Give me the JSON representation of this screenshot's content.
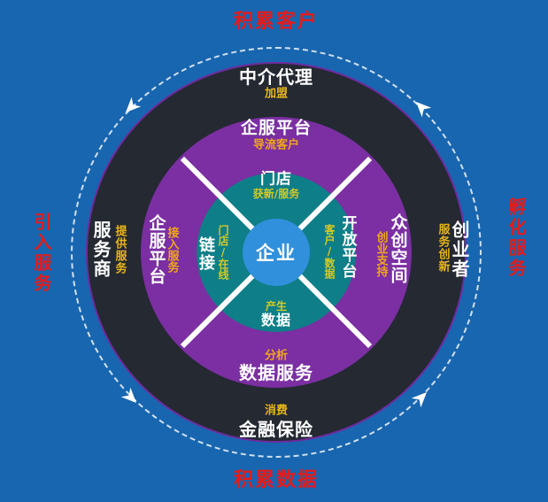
{
  "colors": {
    "background": "#1866b0",
    "dark_ring": "#242932",
    "dark_ring_rim": "#6e2b9e",
    "purple_ring": "#7b2fa2",
    "teal_ring": "#0e7f88",
    "center_circle": "#3190dc",
    "red_label": "#e31c1c",
    "gold_label": "#e8b51c",
    "orange_label": "#f0a61c",
    "lime_label": "#d4ca25",
    "white_label": "#ffffff",
    "divider_line": "#ffffff"
  },
  "icons": {
    "flow_arrow": "white chevron arrowhead on dashed circle, counterclockwise direction"
  },
  "outer": {
    "top": "积累客户",
    "right": "孵化服务",
    "bottom": "积累数据",
    "left": "引入服务"
  },
  "dark_ring": {
    "top": {
      "main": "中介代理",
      "sub": "加盟"
    },
    "right": {
      "main": "创业者",
      "sub": "服务创新"
    },
    "bottom": {
      "main": "金融保险",
      "sub": "消费"
    },
    "left": {
      "main": "服务商",
      "sub": "提供服务"
    }
  },
  "purple_ring": {
    "top": {
      "main": "企服平台",
      "sub": "导流客户"
    },
    "right": {
      "main": "众创空间",
      "sub": "创业支持"
    },
    "bottom": {
      "main": "数据服务",
      "sub": "分析"
    },
    "left": {
      "main": "企服平台",
      "sub": "接入服务"
    }
  },
  "teal_ring": {
    "top": {
      "main": "门店",
      "sub": "获新/服务"
    },
    "right": {
      "main": "开放平台",
      "sub": "客户/数据"
    },
    "bottom": {
      "main": "数据",
      "sub": "产生"
    },
    "left": {
      "main": "链接",
      "sub": "门店/在线"
    }
  },
  "center": {
    "label": "企业"
  }
}
